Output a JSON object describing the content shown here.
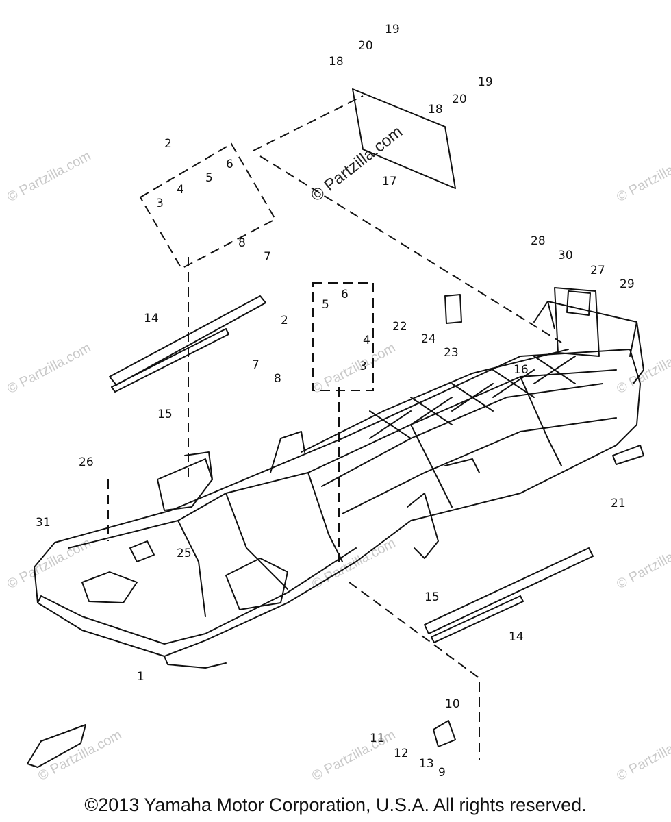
{
  "watermark": "© Partzilla.com",
  "part_numbers": [
    "1",
    "2",
    "2",
    "3",
    "3",
    "4",
    "4",
    "5",
    "5",
    "6",
    "6",
    "7",
    "7",
    "8",
    "8",
    "9",
    "10",
    "11",
    "12",
    "13",
    "14",
    "14",
    "15",
    "15",
    "16",
    "17",
    "18",
    "18",
    "19",
    "19",
    "20",
    "20",
    "21",
    "22",
    "23",
    "24",
    "25",
    "26",
    "27",
    "28",
    "29",
    "30",
    "31"
  ],
  "copyright": "©2013 Yamaha Motor Corporation, U.S.A. All rights reserved."
}
